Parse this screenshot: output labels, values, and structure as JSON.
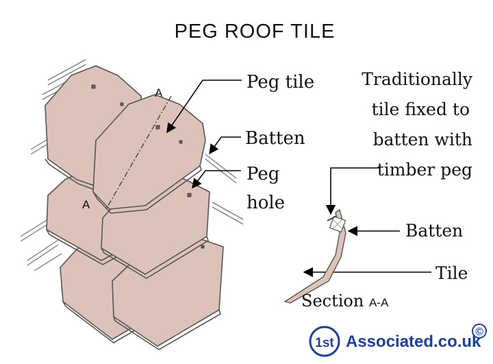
{
  "title": "PEG ROOF TILE",
  "labels": {
    "peg_tile": "Peg tile",
    "batten_main": "Batten",
    "peg_hole_1": "Peg",
    "peg_hole_2": "hole",
    "note_1": "Traditionally",
    "note_2": "tile fixed to",
    "note_3": "batten with",
    "note_4": "timber peg",
    "batten_section": "Batten",
    "tile_section": "Tile",
    "section_prefix": "Section ",
    "section_suffix": "A-A",
    "section_marker_top": "A",
    "section_marker_bottom": "A"
  },
  "branding": {
    "badge_text": "1st",
    "site_text": "Associated.co.uk",
    "copyright_symbol": "©",
    "brand_color": "#1f3f99"
  },
  "colors": {
    "tile_fill": "#dcc2b8",
    "tile_stroke": "#555555",
    "batten_stroke": "#777777",
    "arrow": "#000000"
  }
}
